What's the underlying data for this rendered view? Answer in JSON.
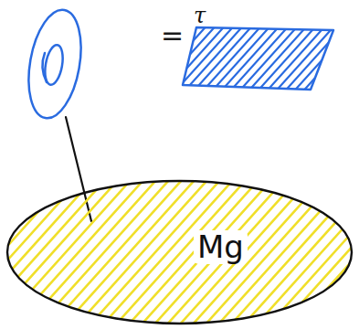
{
  "diagram": {
    "nodes": [
      {
        "text": [
          "τ"
        ]
      },
      {
        "text": [
          "Mg"
        ]
      }
    ],
    "labels": [
      "="
    ]
  }
}
